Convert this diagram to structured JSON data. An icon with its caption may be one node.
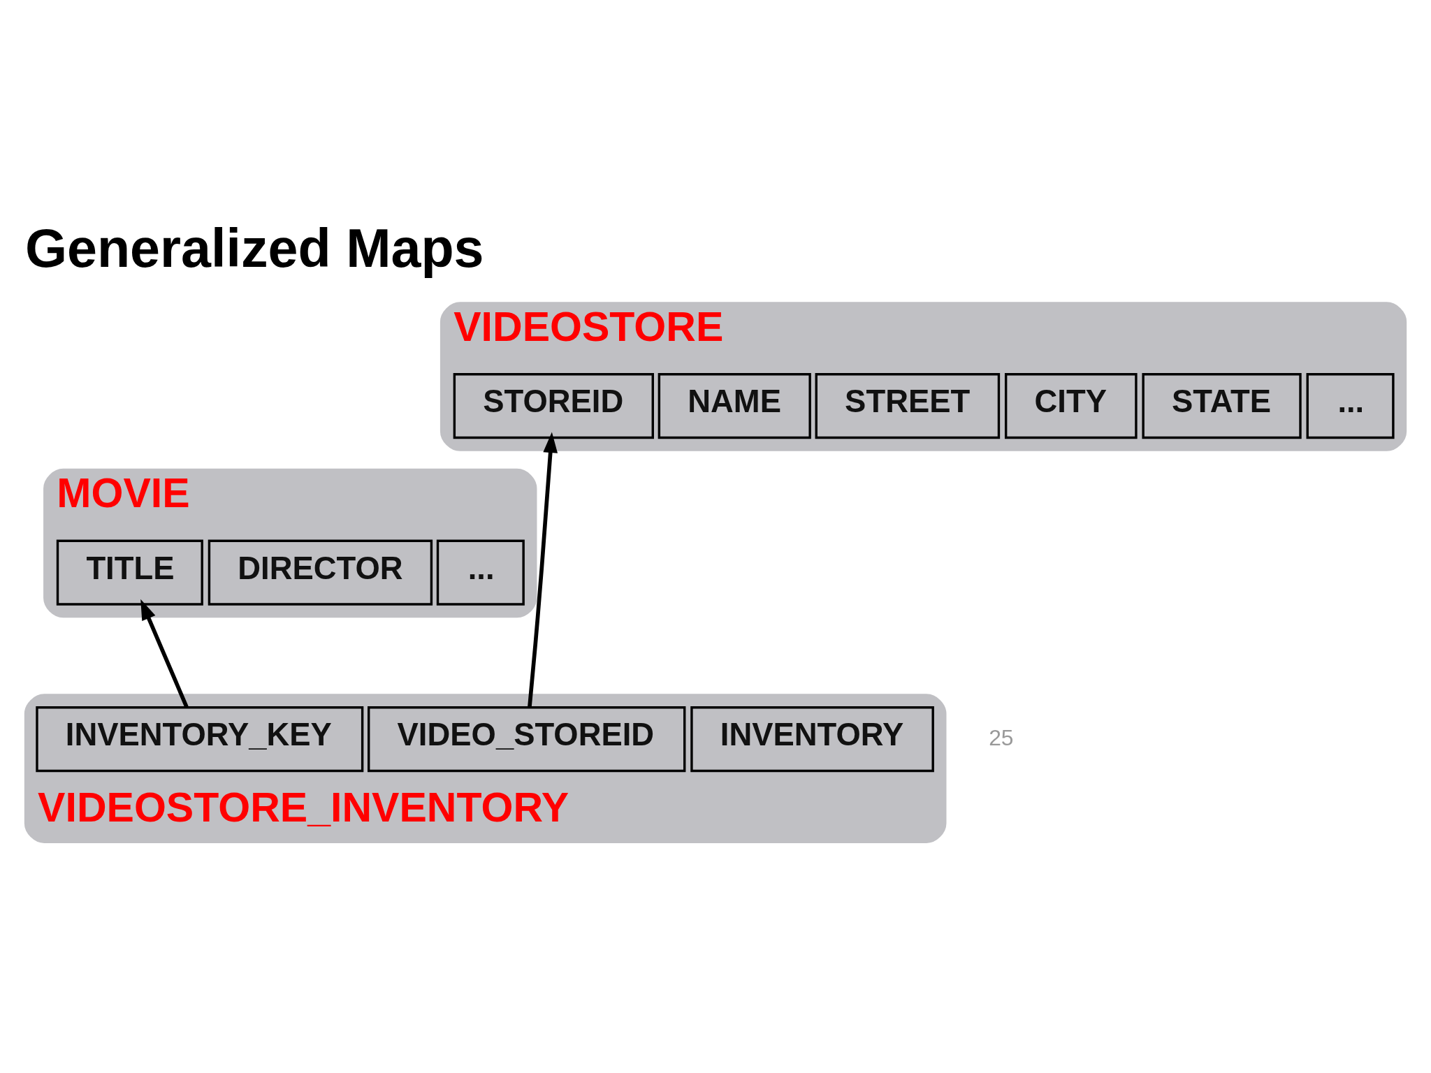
{
  "diagram": {
    "title": "Generalized Maps",
    "nodes": [
      {
        "text": [
          "VIDEOSTORE"
        ]
      },
      {
        "text": [
          "STOREID"
        ],
        "in": 0
      },
      {
        "text": [
          "NAME"
        ],
        "in": 0
      },
      {
        "text": [
          "STREET"
        ],
        "in": 0
      },
      {
        "text": [
          "CITY"
        ],
        "in": 0
      },
      {
        "text": [
          "STATE"
        ],
        "in": 0
      },
      {
        "text": [
          "..."
        ],
        "in": 0
      },
      {
        "text": [
          "MOVIE"
        ]
      },
      {
        "text": [
          "TITLE"
        ],
        "in": 7
      },
      {
        "text": [
          "DIRECTOR"
        ],
        "in": 7
      },
      {
        "text": [
          "..."
        ],
        "in": 7
      },
      {
        "text": [
          "VIDEOSTORE_INVENTORY"
        ]
      },
      {
        "text": [
          "VIDEO_STOREID"
        ],
        "in": 11
      },
      {
        "text": [
          "INVENTORY_KEY"
        ],
        "in": 11
      },
      {
        "text": [
          "INVENTORY"
        ],
        "in": 11
      }
    ],
    "edges": [
      {
        "from": 12,
        "to": 1,
        "arrow": "to"
      },
      {
        "from": 13,
        "to": 8,
        "arrow": "to"
      }
    ],
    "labels": [
      "25"
    ]
  }
}
